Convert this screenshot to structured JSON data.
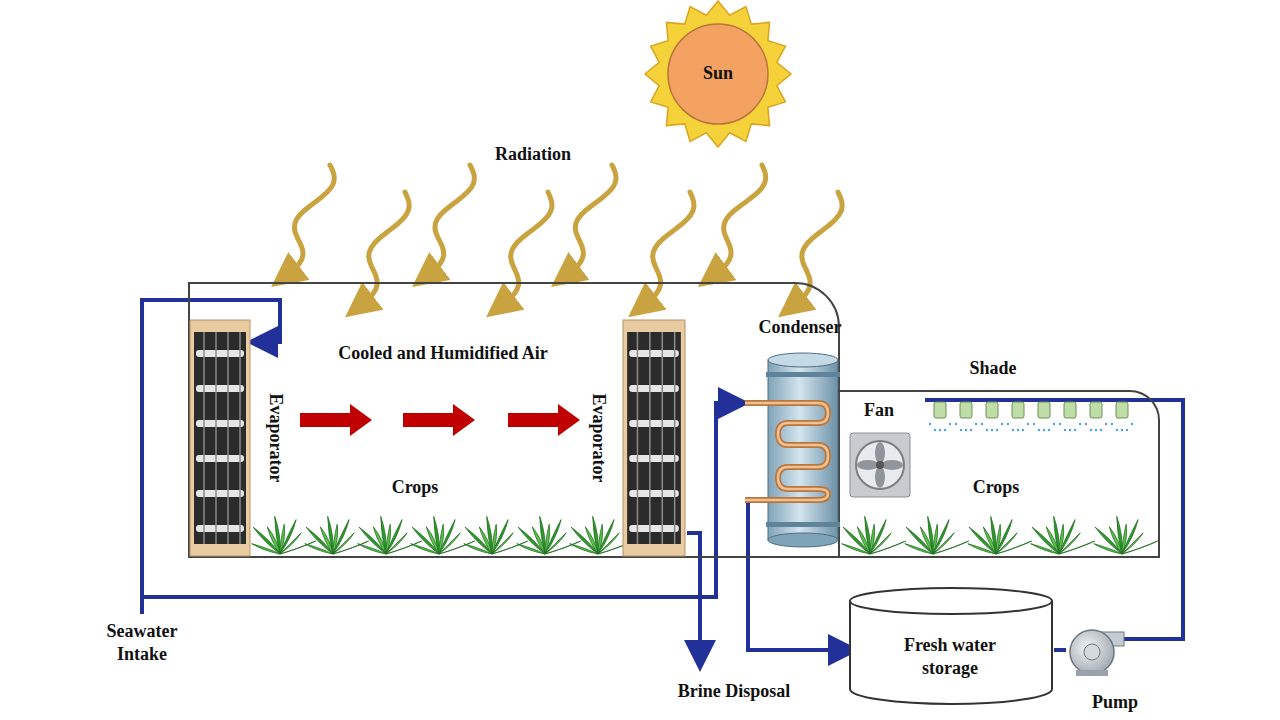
{
  "diagram": {
    "nodes": [
      {
        "text": [
          "Sun"
        ]
      },
      {
        "text": [
          "Cooled and Humidified Air",
          "Crops"
        ]
      },
      {
        "text": [
          "Evaporator"
        ],
        "in": 1
      },
      {
        "text": [
          "Evaporator"
        ],
        "in": 1
      },
      {
        "text": [
          "Condenser"
        ]
      },
      {
        "text": [
          "Shade",
          "Crops"
        ]
      },
      {
        "text": [
          "Fan"
        ],
        "in": 5
      },
      {
        "text": [
          "Fresh water storage"
        ]
      },
      {
        "text": [
          "Pump"
        ]
      }
    ],
    "edges": [
      {
        "from": 4,
        "to": 7,
        "arrow": "to"
      },
      {
        "from": 7,
        "to": 8,
        "arrow": "none"
      },
      {
        "from": 8,
        "to": 5,
        "arrow": "none"
      }
    ],
    "labels": [
      "Radiation",
      "Seawater Intake",
      "Brine Disposal"
    ]
  }
}
